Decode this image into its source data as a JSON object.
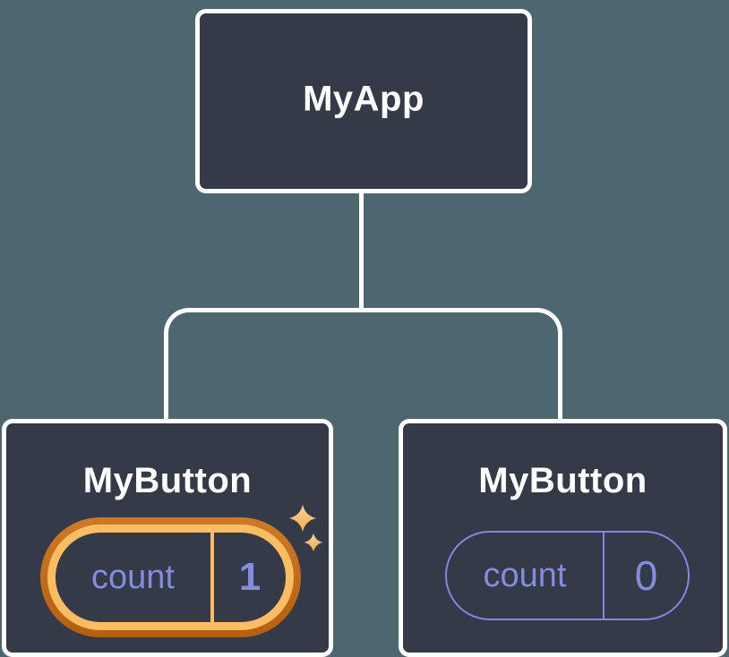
{
  "diagram": {
    "title": "react-component-tree",
    "root": {
      "title": "MyApp"
    },
    "children": [
      {
        "title": "MyButton",
        "state_label": "count",
        "state_value": "1",
        "highlighted": true
      },
      {
        "title": "MyButton",
        "state_label": "count",
        "state_value": "0",
        "highlighted": false
      }
    ]
  },
  "icons": {
    "sparkle_large": "sparkle-icon",
    "sparkle_small": "sparkle-icon"
  },
  "colors": {
    "background": "#4D6770",
    "node_fill": "#343A47",
    "node_border": "#FFFFFF",
    "connector": "#FFFFFF",
    "state_purple": "#848CE0",
    "pill_outline_purple": "#7F88E2",
    "highlight_ring_outer": "#C4691C",
    "highlight_ring_inner": "#FBBD64",
    "sparkle": "#F9BA5E"
  }
}
